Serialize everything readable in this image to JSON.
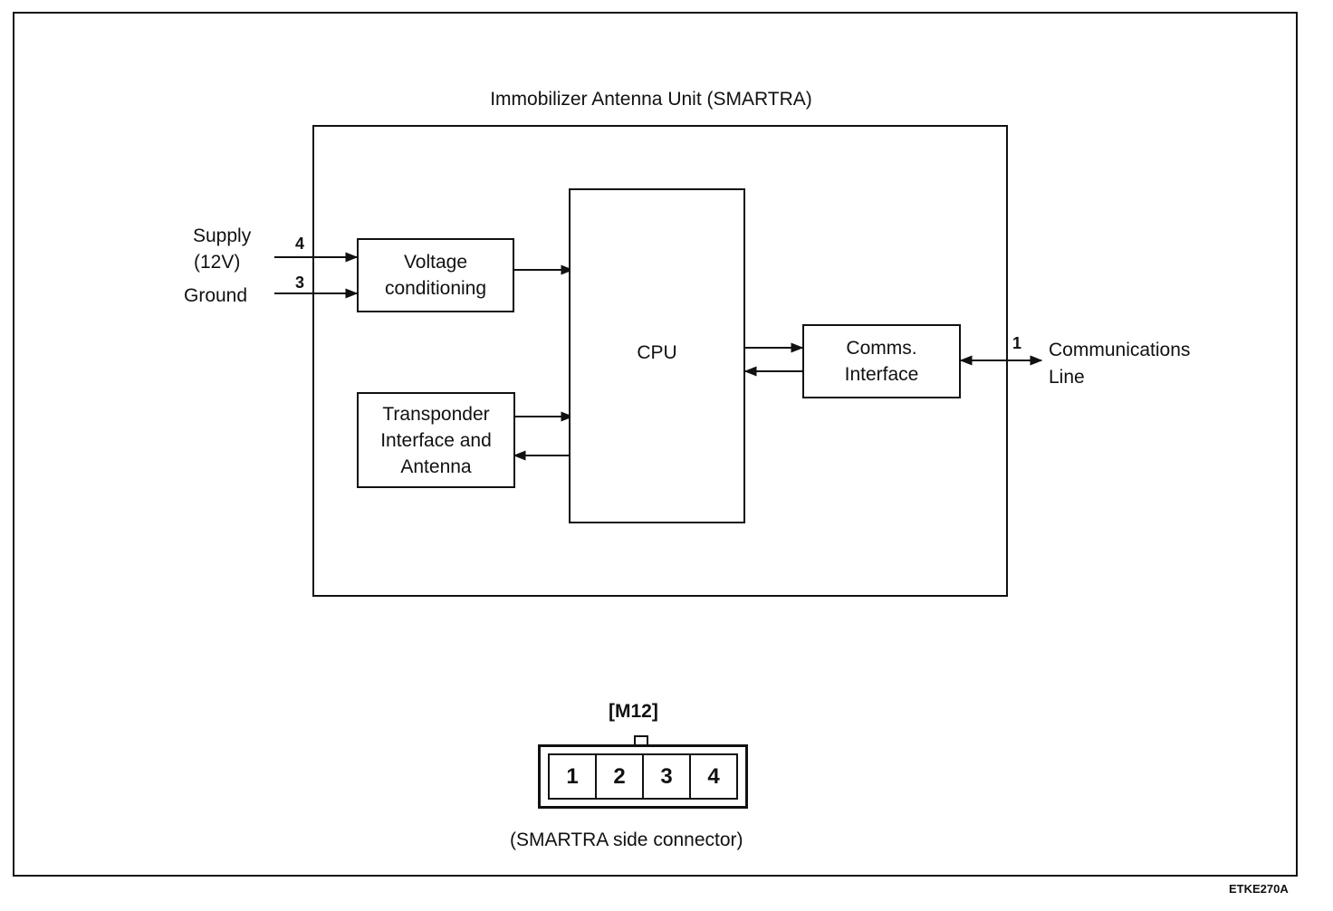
{
  "diagram": {
    "unit_title": "Immobilizer Antenna Unit (SMARTRA)",
    "inputs": {
      "supply_line1": "Supply",
      "supply_line2": "(12V)",
      "supply_pin": "4",
      "ground": "Ground",
      "ground_pin": "3"
    },
    "blocks": {
      "voltage": [
        "Voltage",
        "conditioning"
      ],
      "cpu": "CPU",
      "transponder": [
        "Transponder",
        "Interface and",
        "Antenna"
      ],
      "comms": [
        "Comms.",
        "Interface"
      ]
    },
    "output": {
      "pin": "1",
      "line1": "Communications",
      "line2": "Line"
    }
  },
  "connector": {
    "label": "[M12]",
    "pins": [
      "1",
      "2",
      "3",
      "4"
    ],
    "caption": "(SMARTRA side connector)"
  },
  "figure_code": "ETKE270A"
}
